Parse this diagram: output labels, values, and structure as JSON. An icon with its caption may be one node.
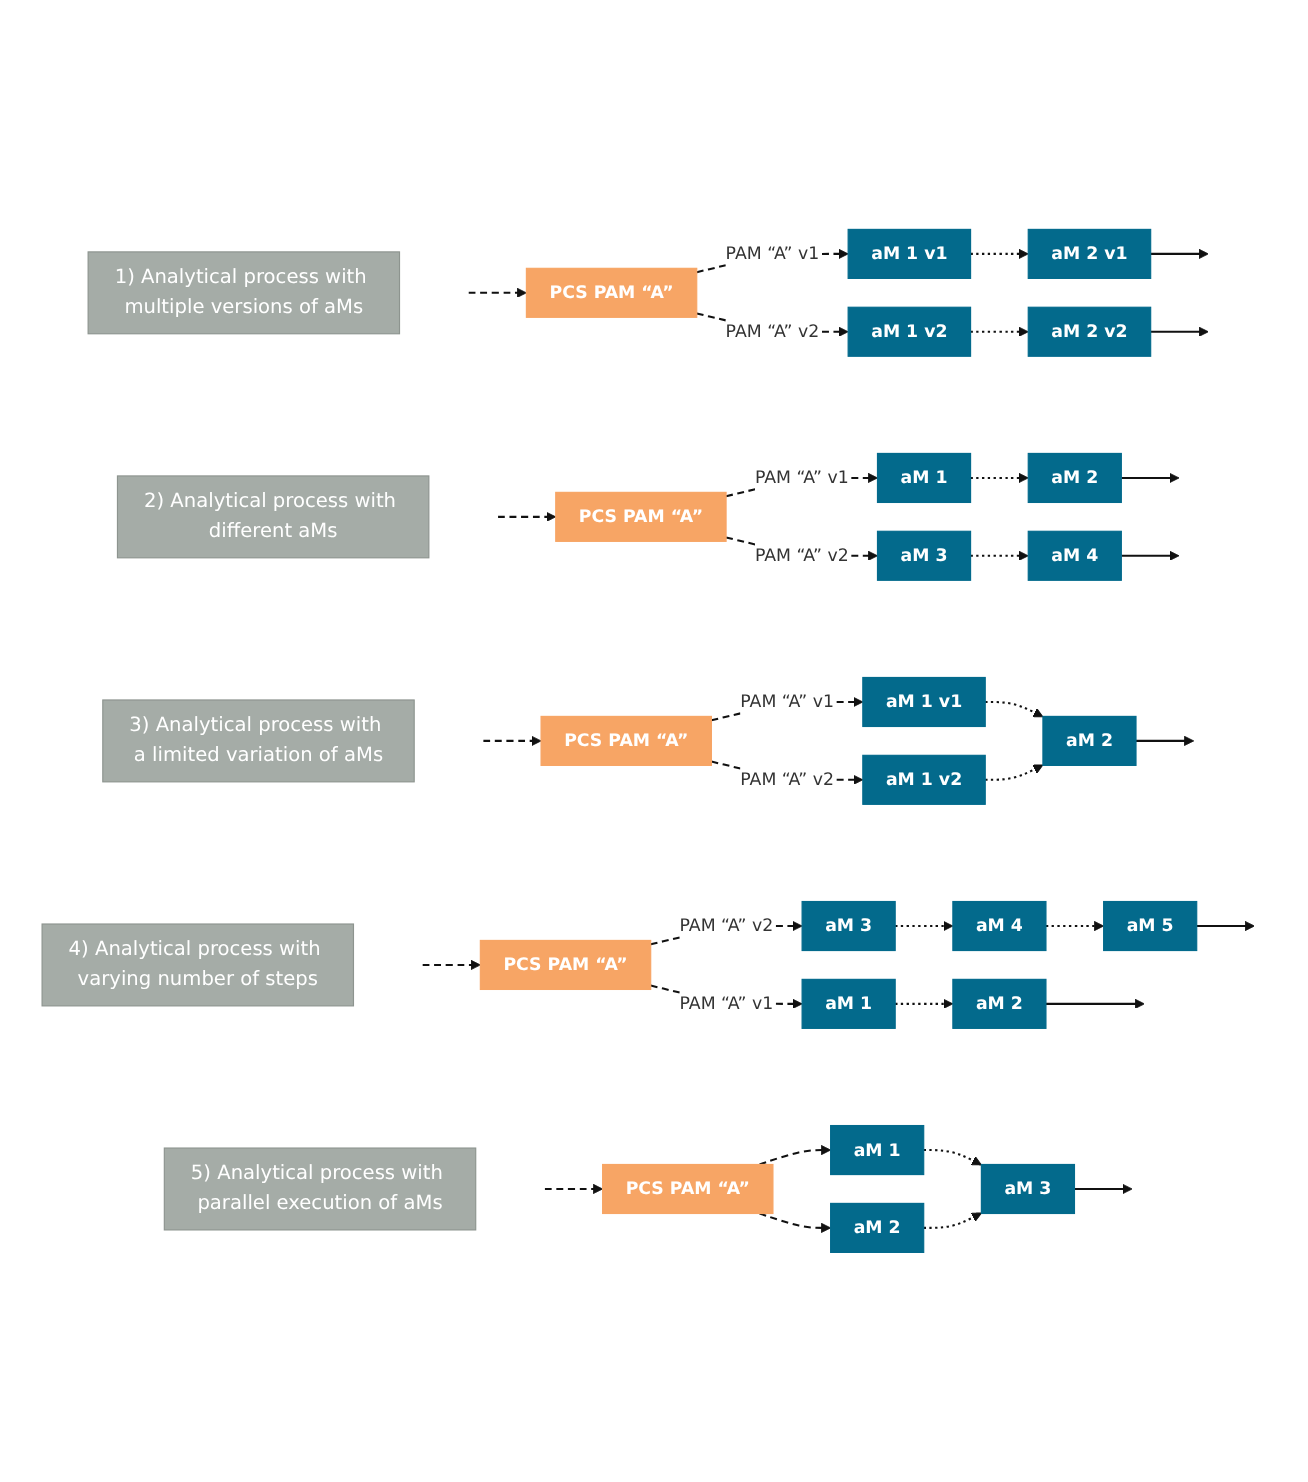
{
  "diagram": {
    "nodes": [
      {
        "text": [
          "1) Analytical process with multiple versions of aMs"
        ]
      },
      {
        "text": [
          "PCS PAM “A”"
        ]
      },
      {
        "text": [
          "aM 1 v1"
        ]
      },
      {
        "text": [
          "aM 2 v1"
        ]
      },
      {
        "text": [
          "aM 1 v2"
        ]
      },
      {
        "text": [
          "aM 2 v2"
        ]
      },
      {
        "text": [
          "2) Analytical process with different aMs"
        ]
      },
      {
        "text": [
          "PCS PAM “A”"
        ]
      },
      {
        "text": [
          "aM 1"
        ]
      },
      {
        "text": [
          "aM 2"
        ]
      },
      {
        "text": [
          "aM 3"
        ]
      },
      {
        "text": [
          "aM 4"
        ]
      },
      {
        "text": [
          "3) Analytical process with a limited variation of aMs"
        ]
      },
      {
        "text": [
          "PCS PAM “A”"
        ]
      },
      {
        "text": [
          "aM 1 v1"
        ]
      },
      {
        "text": [
          "aM 1 v2"
        ]
      },
      {
        "text": [
          "aM 2"
        ]
      },
      {
        "text": [
          "4) Analytical process with varying number of steps"
        ]
      },
      {
        "text": [
          "PCS PAM “A”"
        ]
      },
      {
        "text": [
          "aM 1"
        ]
      },
      {
        "text": [
          "aM 2"
        ]
      },
      {
        "text": [
          "aM 3"
        ]
      },
      {
        "text": [
          "aM 4"
        ]
      },
      {
        "text": [
          "aM 5"
        ]
      },
      {
        "text": [
          "5) Analytical process with parallel execution of aMs"
        ]
      },
      {
        "text": [
          "PCS PAM “A”"
        ]
      },
      {
        "text": [
          "aM 1"
        ]
      },
      {
        "text": [
          "aM 3"
        ]
      },
      {
        "text": [
          "aM 2"
        ]
      }
    ],
    "edges": [
      {
        "from": null,
        "to": 1,
        "arrow": "to",
        "style": "dashed"
      },
      {
        "from": 1,
        "to": 2,
        "arrow": "to",
        "style": "dashed",
        "label": "PAM “A” v1"
      },
      {
        "from": 1,
        "to": 4,
        "arrow": "to",
        "style": "dashed",
        "label": "PAM “A” v2"
      },
      {
        "from": 2,
        "to": 3,
        "arrow": "to",
        "style": "dashed"
      },
      {
        "from": 4,
        "to": 5,
        "arrow": "to",
        "style": "dashed"
      },
      {
        "from": 3,
        "to": null,
        "arrow": "to"
      },
      {
        "from": 5,
        "to": null,
        "arrow": "to"
      },
      {
        "from": null,
        "to": 7,
        "arrow": "to",
        "style": "dashed"
      },
      {
        "from": 7,
        "to": 8,
        "arrow": "to",
        "style": "dashed",
        "label": "PAM “A” v1"
      },
      {
        "from": 7,
        "to": 10,
        "arrow": "to",
        "style": "dashed",
        "label": "PAM “A” v2"
      },
      {
        "from": 8,
        "to": 9,
        "arrow": "to",
        "style": "dashed"
      },
      {
        "from": 10,
        "to": 11,
        "arrow": "to",
        "style": "dashed"
      },
      {
        "from": 9,
        "to": null,
        "arrow": "to"
      },
      {
        "from": 11,
        "to": null,
        "arrow": "to"
      },
      {
        "from": null,
        "to": 13,
        "arrow": "to",
        "style": "dashed"
      },
      {
        "from": 13,
        "to": 14,
        "arrow": "to",
        "style": "dashed",
        "label": "PAM “A” v1"
      },
      {
        "from": 13,
        "to": 15,
        "arrow": "to",
        "style": "dashed",
        "label": "PAM “A” v2"
      },
      {
        "from": 14,
        "to": 16,
        "arrow": "to",
        "style": "dashed"
      },
      {
        "from": 15,
        "to": 16,
        "arrow": "to",
        "style": "dashed"
      },
      {
        "from": 16,
        "to": null,
        "arrow": "to"
      },
      {
        "from": null,
        "to": 18,
        "arrow": "to",
        "style": "dashed"
      },
      {
        "from": 18,
        "to": 19,
        "arrow": "to",
        "style": "dashed",
        "label": "PAM “A” v1"
      },
      {
        "from": 18,
        "to": 21,
        "arrow": "to",
        "style": "dashed",
        "label": "PAM “A” v2"
      },
      {
        "from": 19,
        "to": 20,
        "arrow": "to",
        "style": "dashed"
      },
      {
        "from": 21,
        "to": 22,
        "arrow": "to",
        "style": "dashed"
      },
      {
        "from": 22,
        "to": 23,
        "arrow": "to",
        "style": "dashed"
      },
      {
        "from": 20,
        "to": null,
        "arrow": "to"
      },
      {
        "from": 23,
        "to": null,
        "arrow": "to"
      },
      {
        "from": null,
        "to": 25,
        "arrow": "to",
        "style": "dashed"
      },
      {
        "from": 25,
        "to": 26,
        "arrow": "to",
        "style": "dashed"
      },
      {
        "from": 25,
        "to": 28,
        "arrow": "to",
        "style": "dashed"
      },
      {
        "from": 26,
        "to": 27,
        "arrow": "to",
        "style": "dashed"
      },
      {
        "from": 28,
        "to": 27,
        "arrow": "to",
        "style": "dashed"
      },
      {
        "from": 27,
        "to": null,
        "arrow": "to"
      }
    ]
  }
}
